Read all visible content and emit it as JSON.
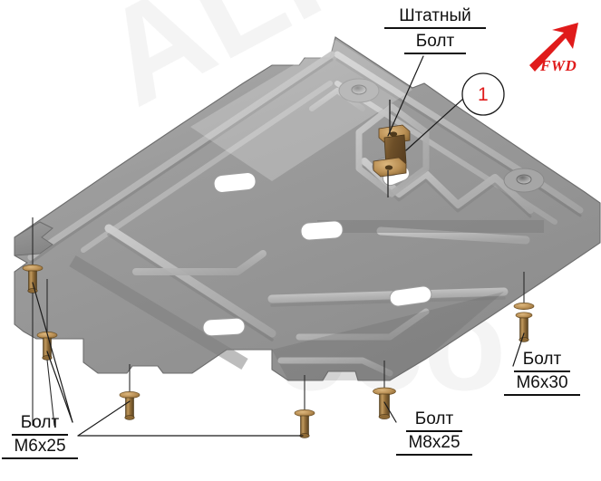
{
  "diagram": {
    "title": "Skid plate mounting diagram",
    "watermark_text": "ALFeco",
    "colors": {
      "plate_fill": "#9a9a9a",
      "plate_light": "#c4c4c4",
      "plate_dark": "#7d7d7d",
      "plate_edge": "#6e6e6e",
      "bolt_brass": "#b78a52",
      "bolt_dark": "#5c4526",
      "leader_line": "#1a1a1a",
      "accent_red": "#e01b1b",
      "text": "#111111",
      "background": "#ffffff"
    }
  },
  "labels": {
    "stock_bolt": {
      "line1": "Штатный",
      "line2": "Болт"
    },
    "bolt_m6x25": {
      "line1": "Болт",
      "line2": "М6х25"
    },
    "bolt_m8x25": {
      "line1": "Болт",
      "line2": "М8х25"
    },
    "bolt_m6x30": {
      "line1": "Болт",
      "line2": "М6х30"
    },
    "fwd": "FWD",
    "callout_one": "1"
  }
}
